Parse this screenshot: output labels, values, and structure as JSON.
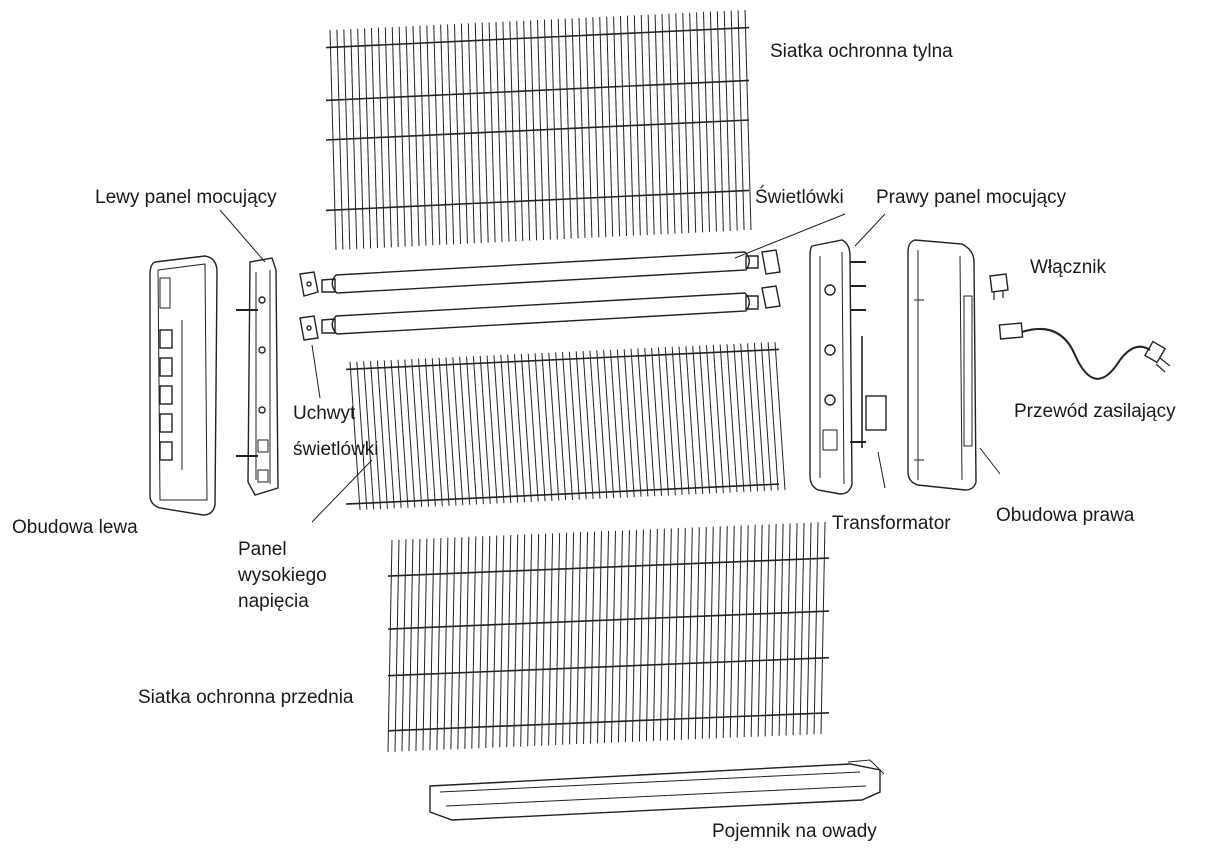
{
  "labels": {
    "rear_grid": "Siatka ochronna tylna",
    "left_mount": "Lewy panel mocujący",
    "tubes": "Świetlówki",
    "right_mount": "Prawy panel mocujący",
    "switch": "Włącznik",
    "power_cord": "Przewód zasilający",
    "tube_holder_1": "Uchwyt",
    "tube_holder_2": "świetlówki",
    "left_housing": "Obudowa lewa",
    "hv_panel_1": "Panel",
    "hv_panel_2": "wysokiego",
    "hv_panel_3": "napięcia",
    "transformer": "Transformator",
    "right_housing": "Obudowa prawa",
    "front_grid": "Siatka ochronna przednia",
    "insect_tray": "Pojemnik na owady"
  }
}
